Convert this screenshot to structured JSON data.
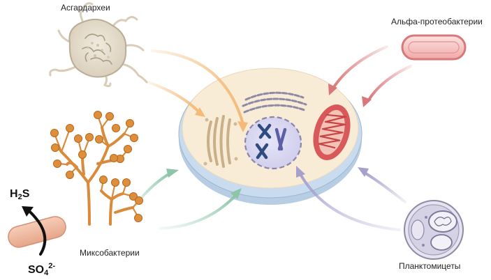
{
  "labels": {
    "asgard": "Асгардархеи",
    "alpha": "Альфа-протеобактерии",
    "myxo": "Миксобактерии",
    "plancto": "Планктомицеты"
  },
  "chemistry": {
    "h2s": {
      "a": "H",
      "sub": "2",
      "b": "S"
    },
    "so4": {
      "a": "SO",
      "sub": "4",
      "sup": "2-"
    }
  },
  "colors": {
    "asgard_arrow": "#f5b978",
    "alpha_arrow": "#d9787a",
    "myxo_arrow": "#8cc5a8",
    "plancto_arrow": "#a8a0cc",
    "myxobacteria": "#d98a3a",
    "mitochondrion": "#d9595a",
    "nucleus": "#dad9f1",
    "cytoplasm": "#f8ecd6",
    "cell_rim": "#c9dcef"
  }
}
